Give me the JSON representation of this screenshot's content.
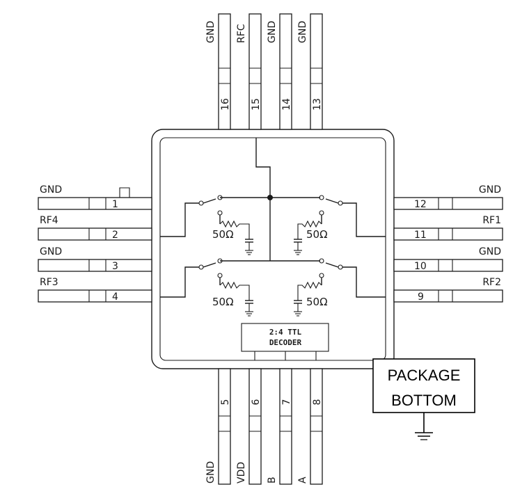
{
  "pins": {
    "p1": {
      "num": "1",
      "name": "GND"
    },
    "p2": {
      "num": "2",
      "name": "RF4"
    },
    "p3": {
      "num": "3",
      "name": "GND"
    },
    "p4": {
      "num": "4",
      "name": "RF3"
    },
    "p5": {
      "num": "5",
      "name": "GND"
    },
    "p6": {
      "num": "6",
      "name": "VDD"
    },
    "p7": {
      "num": "7",
      "name": "B"
    },
    "p8": {
      "num": "8",
      "name": "A"
    },
    "p9": {
      "num": "9",
      "name": "RF2"
    },
    "p10": {
      "num": "10",
      "name": "GND"
    },
    "p11": {
      "num": "11",
      "name": "RF1"
    },
    "p12": {
      "num": "12",
      "name": "GND"
    },
    "p13": {
      "num": "13",
      "name": "GND"
    },
    "p14": {
      "num": "14",
      "name": "GND"
    },
    "p15": {
      "num": "15",
      "name": "RFC"
    },
    "p16": {
      "num": "16",
      "name": "GND"
    }
  },
  "terminations": {
    "t1": "50Ω",
    "t2": "50Ω",
    "t3": "50Ω",
    "t4": "50Ω"
  },
  "decoder": {
    "line1": "2:4 TTL",
    "line2": "DECODER"
  },
  "package": {
    "line1": "PACKAGE",
    "line2": "BOTTOM"
  }
}
